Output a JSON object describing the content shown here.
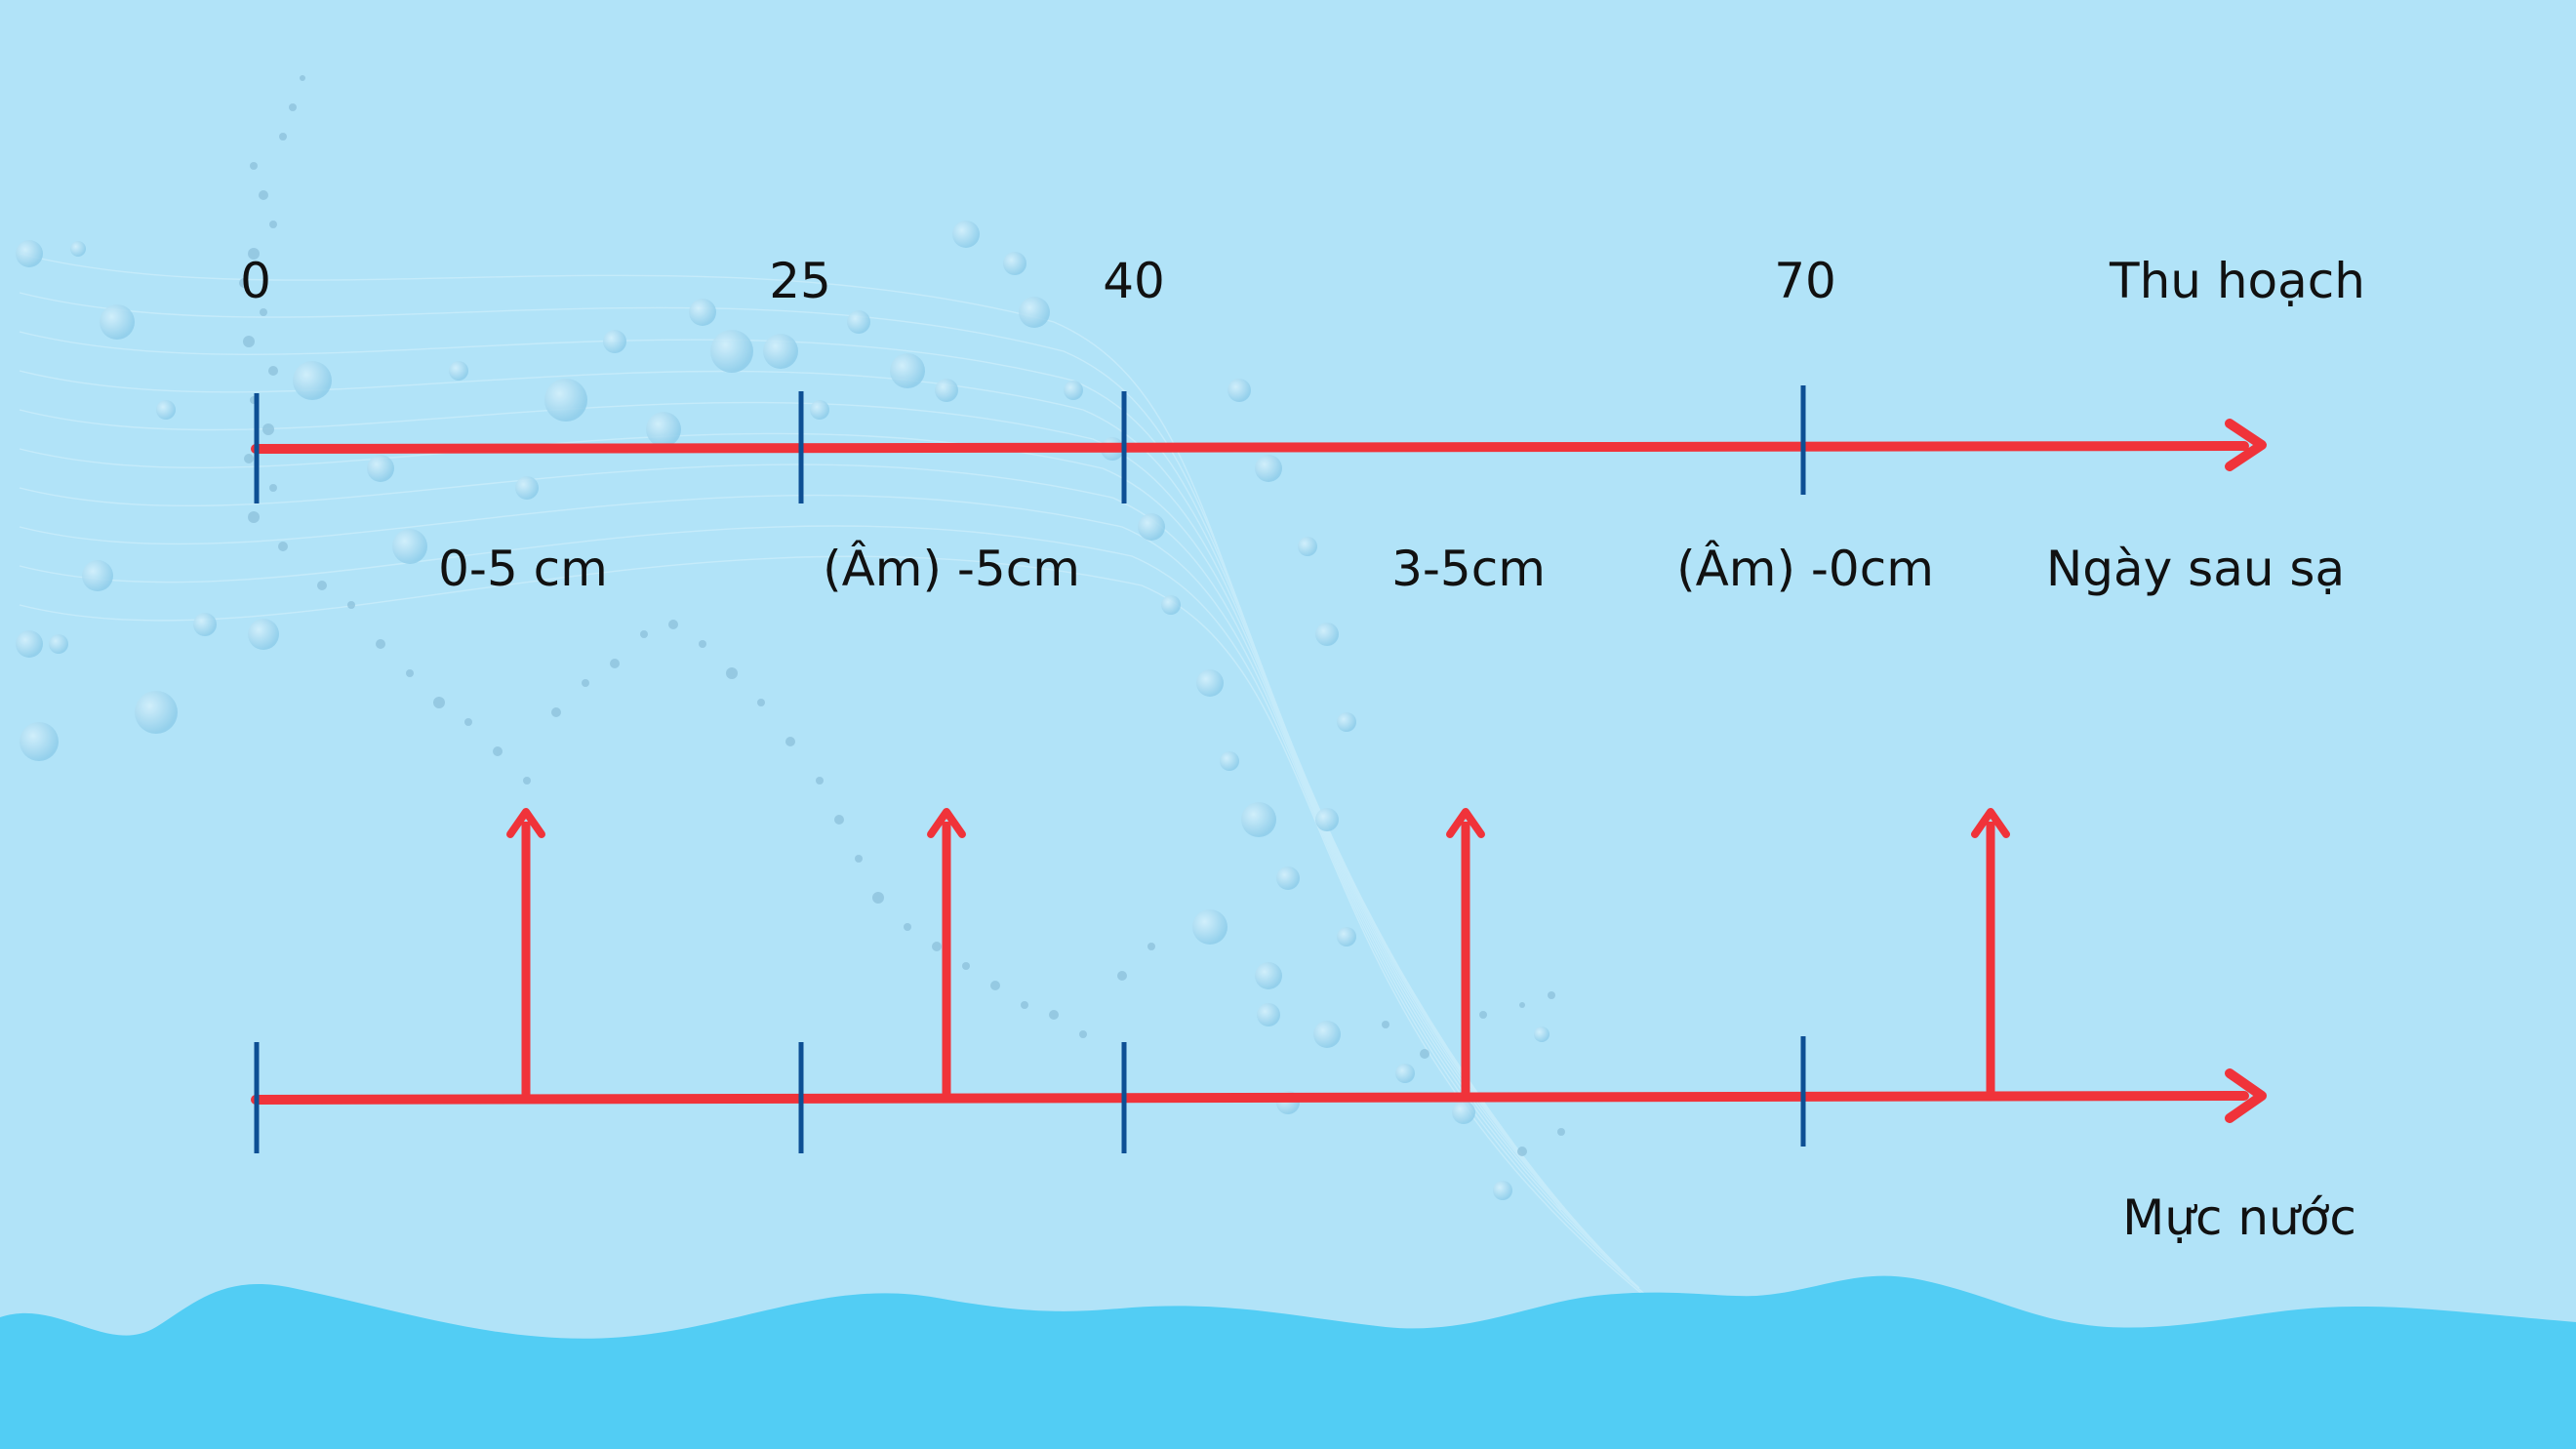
{
  "diagram": {
    "timeline": {
      "day_ticks": [
        "0",
        "25",
        "40",
        "70"
      ],
      "end_label": "Thu hoạch",
      "axis_label": "Ngày sau sạ",
      "level_labels": [
        "0-5 cm",
        "(Âm) -5cm",
        "3-5cm",
        "(Âm) -0cm"
      ]
    },
    "water": {
      "axis_label": "Mực nước",
      "marker_count": 4
    }
  },
  "colors": {
    "background": "#b1e3f8",
    "arrow": "#f0333a",
    "tick": "#0d4f94",
    "wave": "#52cdf4",
    "text": "#111111"
  }
}
